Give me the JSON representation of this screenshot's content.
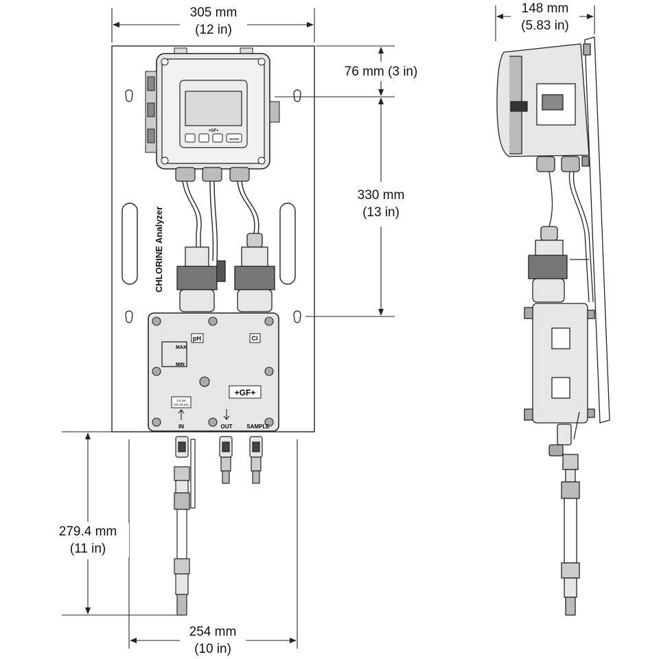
{
  "dimensions": {
    "top_width": {
      "mm": "305 mm",
      "in": "(12 in)"
    },
    "top_height": "76 mm (3 in)",
    "mid_height": {
      "mm": "330 mm",
      "in": "(13 in)"
    },
    "bottom_height": {
      "mm": "279.4 mm",
      "in": "(11 in)"
    },
    "bottom_width": {
      "mm": "254 mm",
      "in": "(10 in)"
    },
    "depth": {
      "mm": "148 mm",
      "in": "(5.83 in)"
    }
  },
  "labels": {
    "analyzer": "CHLORINE Analyzer",
    "gf_logo": "+GF+",
    "ph": "pH",
    "cl": "Cl",
    "max": "MAX",
    "min": "MIN",
    "in_port": "IN",
    "out_port": "OUT",
    "sample_port": "SAMPLE",
    "pressure_note_1": "1.5 bar",
    "pressure_note_2": "(15-25 psi)",
    "enter_key": "ENTER"
  },
  "colors": {
    "line": "#222222",
    "panel_fill": "#ffffff",
    "housing_fill": "#e6e6e6",
    "dark_part": "#555555",
    "display_fill": "#d9d9d9"
  }
}
